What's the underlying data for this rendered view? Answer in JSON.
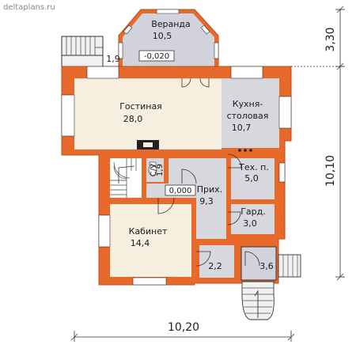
{
  "watermark": "deltaplans.ru",
  "colors": {
    "wall": "#e86a2a",
    "wall_edge": "#b8501e",
    "room_main": "#f6eede",
    "room_service": "#d7d7de",
    "veranda": "#d2d2dc",
    "bay": "#f6eede"
  },
  "rooms": {
    "veranda": {
      "name": "Веранда",
      "area": "10,5"
    },
    "living": {
      "name": "Гостиная",
      "area": "28,0"
    },
    "kitchen": {
      "name_line1": "Кухня-",
      "name_line2": "столовая",
      "area": "10,7"
    },
    "tech": {
      "name": "Тех. п.",
      "area": "5,0"
    },
    "hall": {
      "name": "Прих.",
      "area": "9,3"
    },
    "wardrobe": {
      "name": "Гард.",
      "area": "3,0"
    },
    "office": {
      "name": "Кабинет",
      "area": "14,4"
    },
    "wc": {
      "name": "С/У",
      "area": "1,9"
    },
    "vestibule": {
      "area": "2,2"
    },
    "entry_porch": {
      "area": "3,6"
    },
    "side_porch": {
      "area": "1,9"
    }
  },
  "levels": {
    "veranda": "-0,020",
    "hall": "0,000"
  },
  "dimensions": {
    "width_total": "10,20",
    "depth_main": "10,10",
    "depth_veranda": "3,30"
  }
}
